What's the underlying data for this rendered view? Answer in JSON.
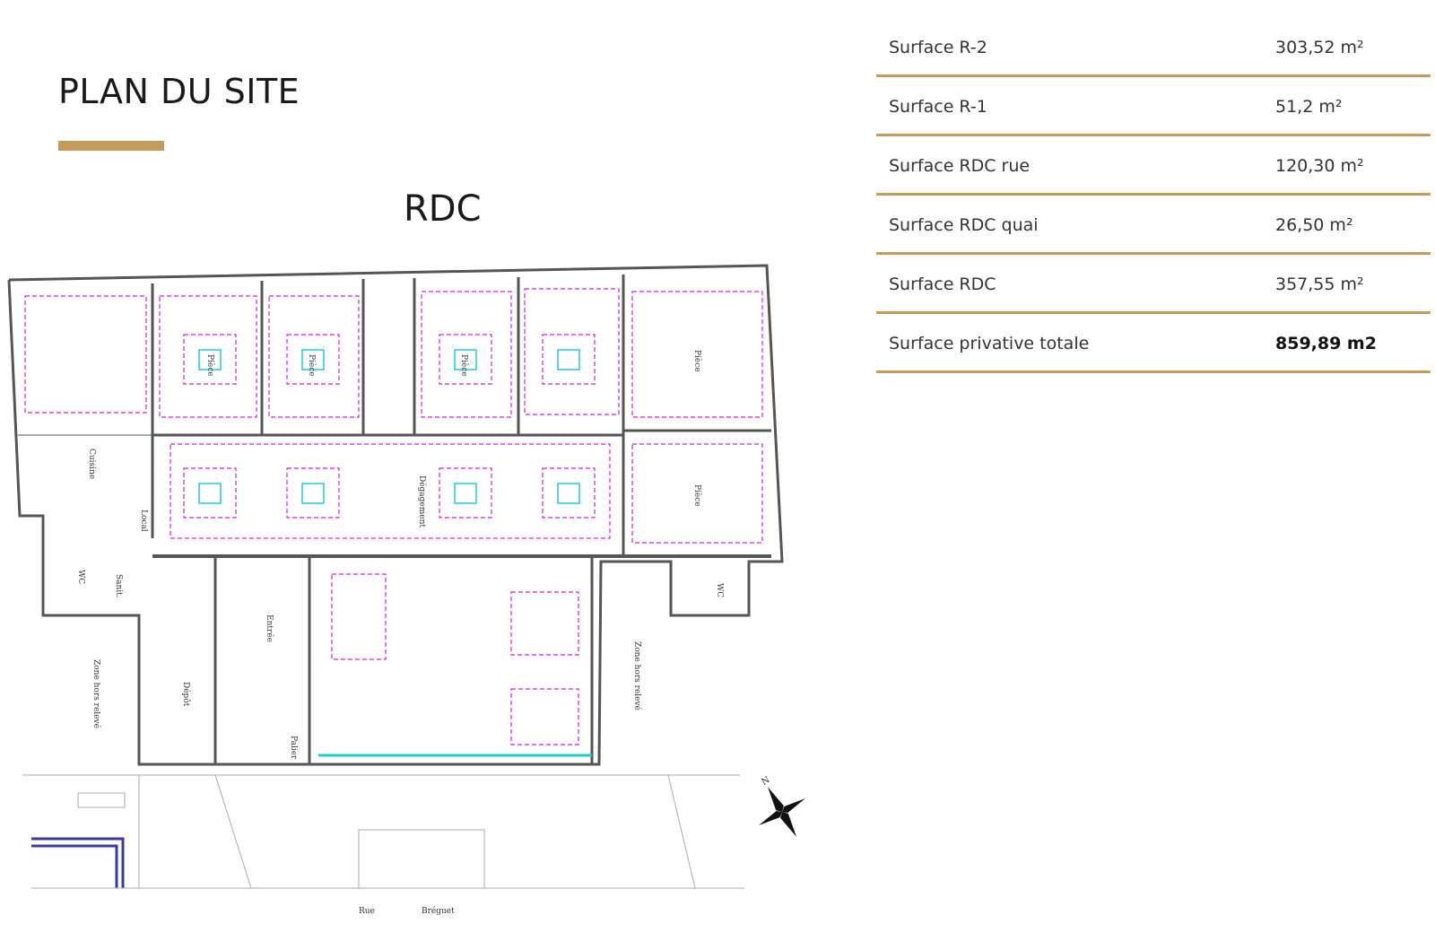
{
  "header": {
    "title": "PLAN DU SITE",
    "accent_color": "#c49a5a"
  },
  "plan": {
    "level_label": "RDC",
    "room_labels": [
      "Cuisine",
      "Pièce",
      "Pièce",
      "Pièce",
      "Pièce",
      "Pièce",
      "Dégagement",
      "Entrée",
      "Dépôt",
      "Palier",
      "Zone hors relevé",
      "Zone hors relevé",
      "WC",
      "WC",
      "Sanit.",
      "Local"
    ],
    "street_labels": [
      "Rue",
      "Bréguet"
    ],
    "compass_label": "N"
  },
  "surfaces": [
    {
      "label": "Surface R-2",
      "value": "303,52 m²"
    },
    {
      "label": "Surface R-1",
      "value": "51,2 m²"
    },
    {
      "label": "Surface RDC rue",
      "value": "120,30 m²"
    },
    {
      "label": "Surface RDC quai",
      "value": "26,50 m²"
    },
    {
      "label": "Surface RDC",
      "value": "357,55 m²"
    },
    {
      "label": "Surface privative totale",
      "value": "859,89 m2",
      "emphasis": true
    }
  ]
}
